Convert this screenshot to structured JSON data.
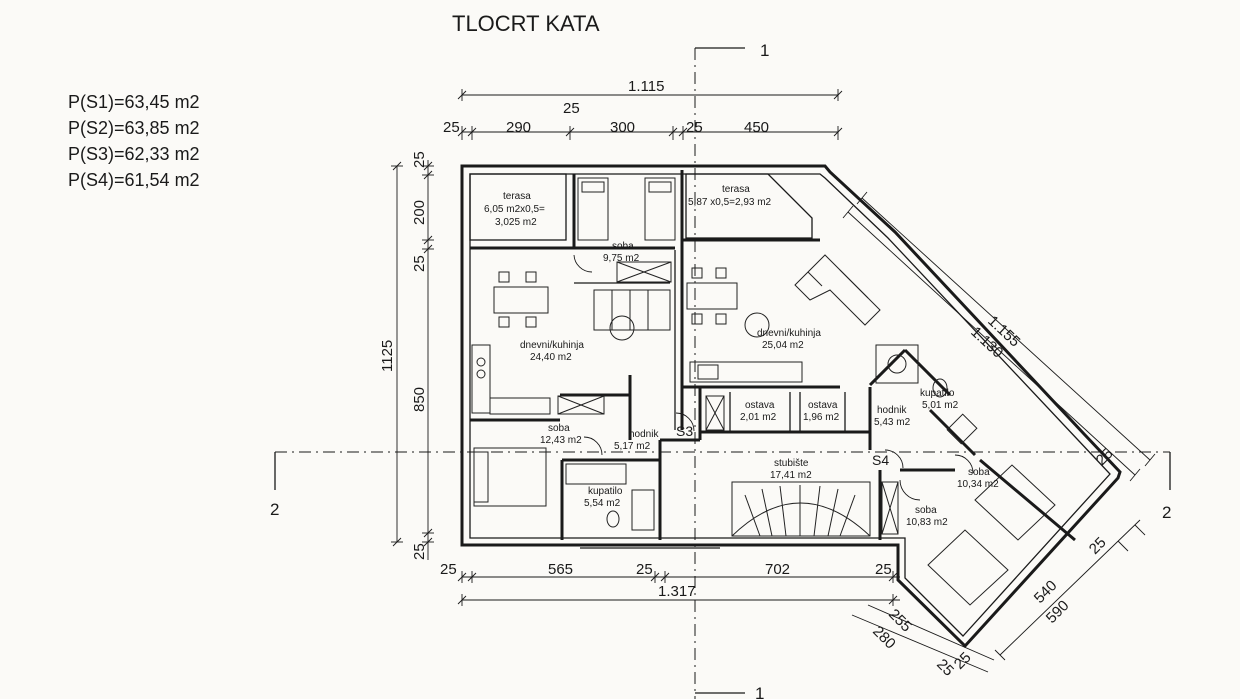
{
  "title": "TLOCRT KATA",
  "areas": [
    "P(S1)=63,45 m2",
    "P(S2)=63,85 m2",
    "P(S3)=62,33 m2",
    "P(S4)=61,54 m2"
  ],
  "dimensions": {
    "top_total": "1.115",
    "top_mid": "25",
    "top_25_left": "25",
    "top_290": "290",
    "top_300": "300",
    "top_25_right": "25",
    "top_450": "450",
    "left_25_top": "25",
    "left_200": "200",
    "left_25_mid": "25",
    "left_1125": "1125",
    "left_850": "850",
    "left_25_bottom": "25",
    "bottom_25_left": "25",
    "bottom_565": "565",
    "bottom_25_mid": "25",
    "bottom_702": "702",
    "bottom_25_right": "25",
    "bottom_total": "1.317",
    "diag_1155": "1.155",
    "diag_1130": "1.130",
    "diag_25_top": "25",
    "right_25": "25",
    "right_540": "540",
    "right_590": "590",
    "low_255": "255",
    "low_280": "280",
    "low_25a": "25",
    "low_25b": "25"
  },
  "sections": {
    "s1_top": "1",
    "s1_bottom": "1",
    "s2_left": "2",
    "s2_right": "2"
  },
  "units": {
    "s3": "S3",
    "s4": "S4"
  },
  "rooms": {
    "terasa_left_name": "terasa",
    "terasa_left_l1": "6,05 m2x0,5=",
    "terasa_left_l2": "3,025 m2",
    "soba_top_name": "soba",
    "soba_top_area": "9,75 m2",
    "terasa_right_name": "terasa",
    "terasa_right_area": "5,87 x0,5=2,93  m2",
    "dk_left_name": "dnevni/kuhinja",
    "dk_left_area": "24,40 m2",
    "dk_right_name": "dnevni/kuhinja",
    "dk_right_area": "25,04 m2",
    "soba_left_name": "soba",
    "soba_left_area": "12,43 m2",
    "hodnik_left_name": "hodnik",
    "hodnik_left_area": "5,17 m2",
    "kupatilo_left_name": "kupatilo",
    "kupatilo_left_area": "5,54 m2",
    "ostava1_name": "ostava",
    "ostava1_area": "2,01 m2",
    "ostava2_name": "ostava",
    "ostava2_area": "1,96 m2",
    "hodnik_right_name": "hodnik",
    "hodnik_right_area": "5,43 m2",
    "kupatilo_right_name": "kupatilo",
    "kupatilo_right_area": "5,01 m2",
    "stubiste_name": "stubište",
    "stubiste_area": "17,41 m2",
    "soba_r1_name": "soba",
    "soba_r1_area": "10,34 m2",
    "soba_r2_name": "soba",
    "soba_r2_area": "10,83 m2"
  }
}
